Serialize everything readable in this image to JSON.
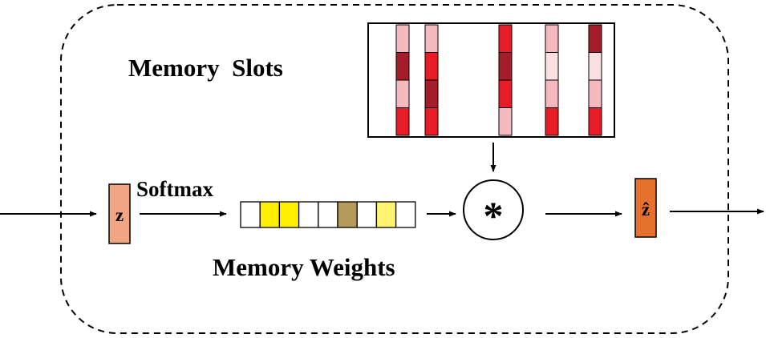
{
  "labels": {
    "memory_slots": "Memory  Slots",
    "softmax": "Softmax",
    "memory_weights": "Memory Weights",
    "input": "z",
    "output": "ẑ",
    "operator": "*"
  },
  "colors": {
    "input_fill": "#F0A583",
    "output_fill": "#E6702E",
    "weight_bright": "#FFEE00",
    "weight_pale": "#FFF372",
    "weight_olive": "#B59B5A",
    "slot_dark": "#A31E28",
    "slot_red": "#E81C24",
    "slot_pink": "#F5B8BD",
    "slot_light": "#FBE0E2"
  },
  "memory_weights": [
    "empty",
    "bright",
    "bright",
    "empty",
    "empty",
    "olive",
    "empty",
    "pale",
    "empty"
  ],
  "memory_slots": [
    [
      "pink",
      "dark",
      "pink",
      "red"
    ],
    [
      "pink",
      "red",
      "dark",
      "red"
    ],
    [
      "red",
      "dark",
      "red",
      "pink"
    ],
    [
      "pink",
      "light",
      "pink",
      "red"
    ],
    [
      "dark",
      "light",
      "pink",
      "red"
    ]
  ]
}
